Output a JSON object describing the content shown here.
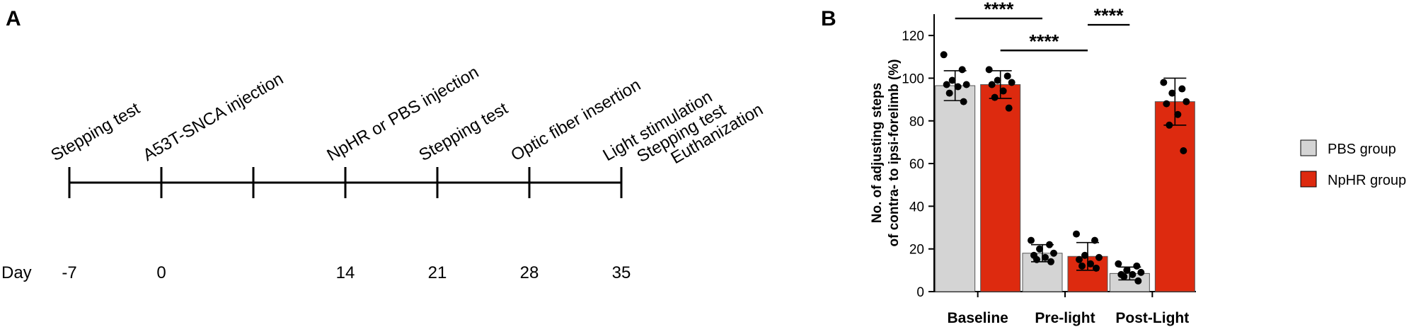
{
  "panels": {
    "a": "A",
    "b": "B"
  },
  "timeline": {
    "axis_label": "Day",
    "ticks": [
      {
        "day": -7,
        "label": "-7"
      },
      {
        "day": 0,
        "label": "0"
      },
      {
        "day": 7,
        "label": ""
      },
      {
        "day": 14,
        "label": "14"
      },
      {
        "day": 21,
        "label": "21"
      },
      {
        "day": 28,
        "label": "28"
      },
      {
        "day": 35,
        "label": "35"
      }
    ],
    "events": [
      {
        "day": -7,
        "text": "Stepping test"
      },
      {
        "day": 0,
        "text": "A53T-SNCA injection"
      },
      {
        "day": 14,
        "text": "NpHR or PBS injection"
      },
      {
        "day": 21,
        "text": "Stepping test"
      },
      {
        "day": 28,
        "text": "Optic fiber insertion"
      },
      {
        "day": 35,
        "text": "Light stimulation"
      },
      {
        "day": 35,
        "text": "Stepping test"
      },
      {
        "day": 35,
        "text": "Euthanization"
      }
    ]
  },
  "chart_data": {
    "type": "bar",
    "ylabel_lines": [
      "No. of adjusting steps",
      "of contra- to ipsi-forelimb (%)"
    ],
    "ylim": [
      0,
      130
    ],
    "yticks": [
      0,
      20,
      40,
      60,
      80,
      100,
      120
    ],
    "categories": [
      "Baseline",
      "Pre-light",
      "Post-Light"
    ],
    "series": [
      {
        "name": "PBS group",
        "color": "#d4d4d4",
        "values": [
          96.5,
          18,
          8.5
        ],
        "errors": [
          7,
          4,
          3
        ],
        "points": [
          [
            111,
            104,
            99,
            97,
            97,
            96,
            93,
            89
          ],
          [
            24,
            22,
            20,
            18,
            17,
            16,
            15,
            14
          ],
          [
            13,
            12,
            10,
            9,
            8,
            8,
            7,
            5
          ]
        ]
      },
      {
        "name": "NpHR group",
        "color": "#dd2a0f",
        "values": [
          97,
          16.5,
          89
        ],
        "errors": [
          6.5,
          6.5,
          11
        ],
        "points": [
          [
            104,
            101,
            99,
            98,
            97,
            94,
            91,
            86
          ],
          [
            27,
            24,
            17,
            16,
            15,
            13,
            12,
            11
          ],
          [
            98,
            95,
            93,
            89,
            88,
            83,
            78,
            66
          ]
        ]
      }
    ],
    "significance": [
      {
        "from": [
          0,
          0
        ],
        "to": [
          1,
          0
        ],
        "label": "****",
        "y": 128
      },
      {
        "from": [
          0,
          1
        ],
        "to": [
          1,
          1
        ],
        "label": "****",
        "y": 113
      },
      {
        "from": [
          1,
          1
        ],
        "to": [
          2,
          0
        ],
        "label": "****",
        "y": 125
      }
    ],
    "legend": {
      "position": "right"
    }
  }
}
